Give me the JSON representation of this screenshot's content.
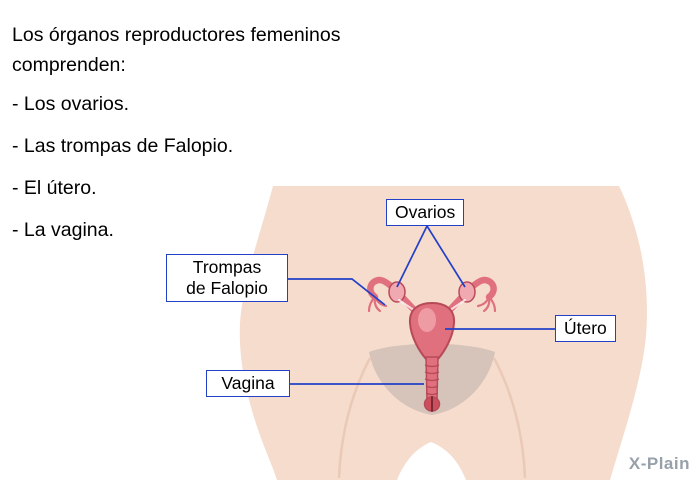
{
  "intro": {
    "heading": "Los órganos reproductores femeninos comprenden:",
    "items": [
      "- Los ovarios.",
      "- Las trompas de Falopio.",
      "- El útero.",
      "- La vagina."
    ]
  },
  "labels": {
    "ovarios": "Ovarios",
    "trompas": "Trompas\nde Falopio",
    "utero": "Útero",
    "vagina": "Vagina"
  },
  "logo": {
    "text": "X-Plain"
  },
  "colors": {
    "accent": "#2340c8",
    "skin": "#f6dccd",
    "skinshadow": "#e9c5b3",
    "pubic": "#d2c0b8",
    "organ": "#e0707e",
    "organdark": "#b84a58",
    "organlight": "#f0a8b1",
    "logo": "#98a0aa",
    "text": "#000000"
  }
}
